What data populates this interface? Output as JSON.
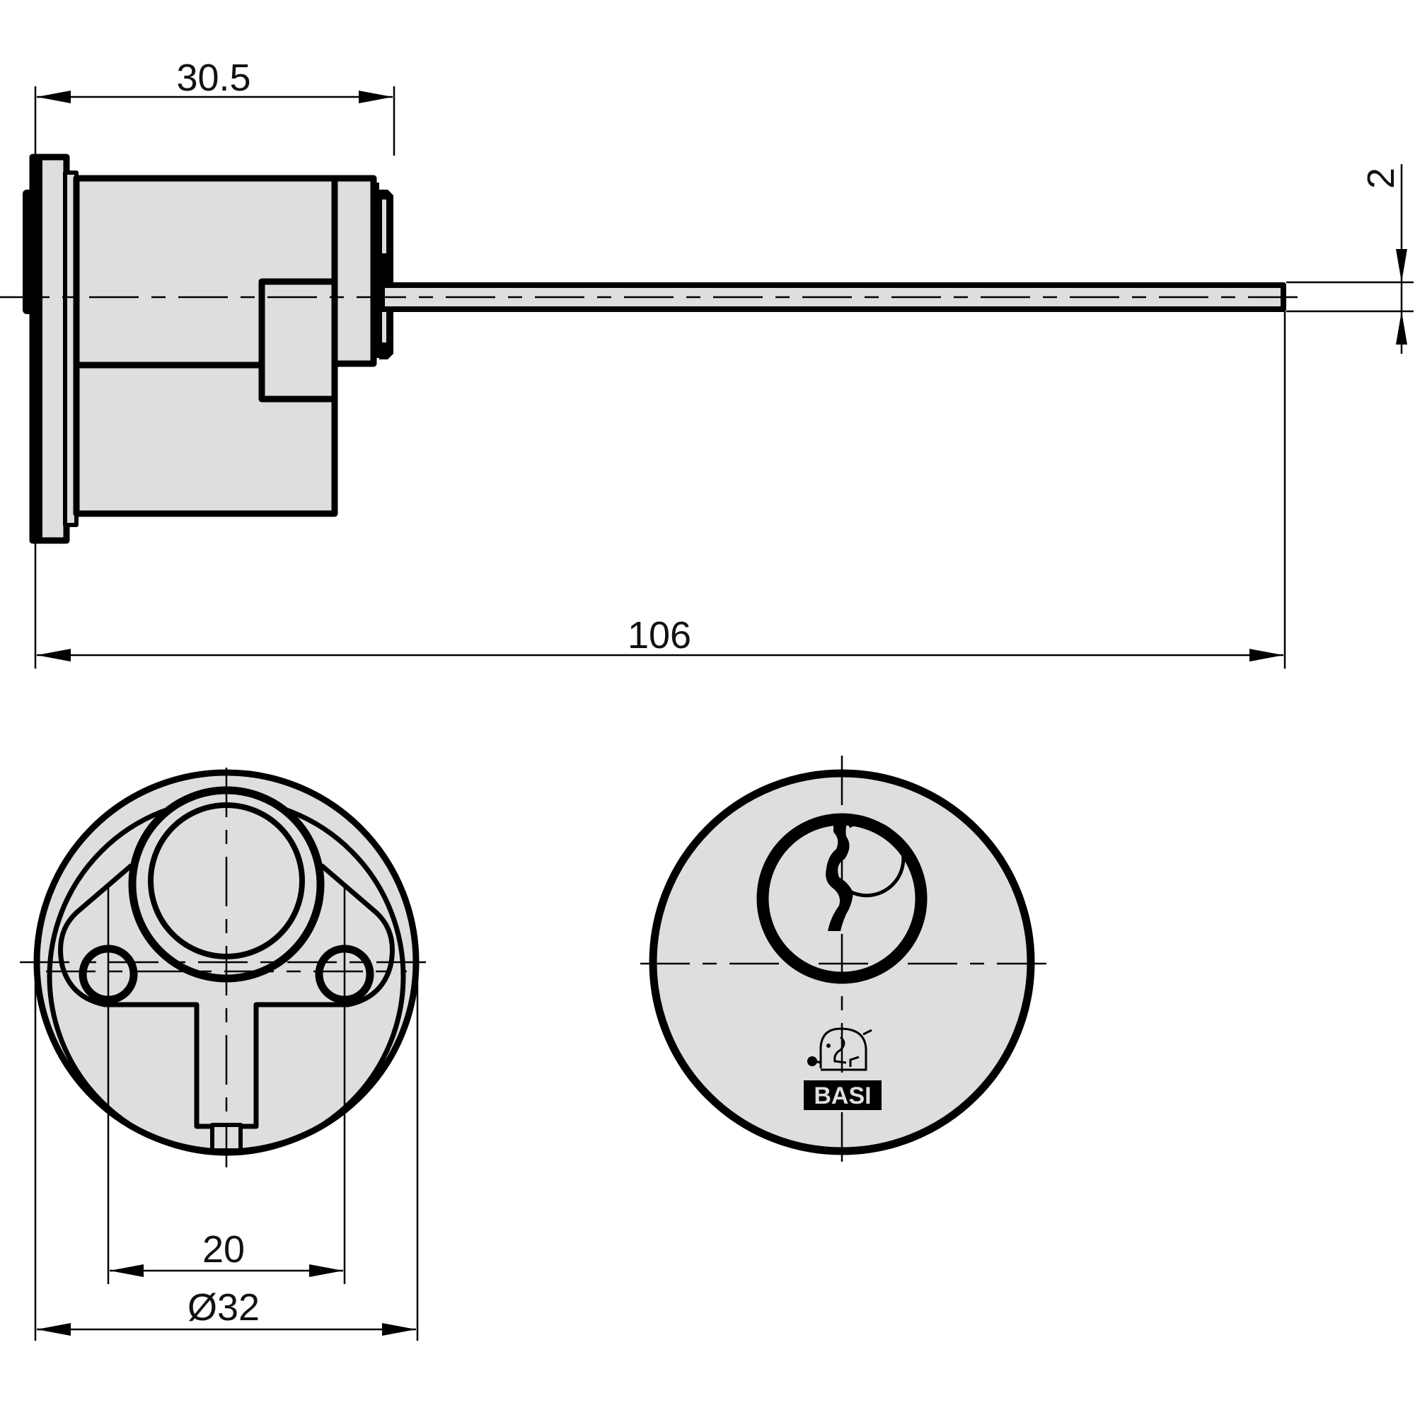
{
  "drawing": {
    "title": "Cylinder lock with tailpiece - dimensioned drawing",
    "colors": {
      "part_fill": "#dedede",
      "line": "#000000",
      "background": "#ffffff"
    }
  },
  "side_view": {
    "dimensions": {
      "body_length": "30.5",
      "overall_length": "106",
      "tailpiece_thickness": "2"
    }
  },
  "rear_view": {
    "dimensions": {
      "hole_spacing": "20",
      "diameter": "Ø32"
    }
  },
  "front_view": {
    "logo": {
      "brand": "BASI",
      "icon": "elephant-icon"
    },
    "keyway_icon": "keyway-icon"
  }
}
